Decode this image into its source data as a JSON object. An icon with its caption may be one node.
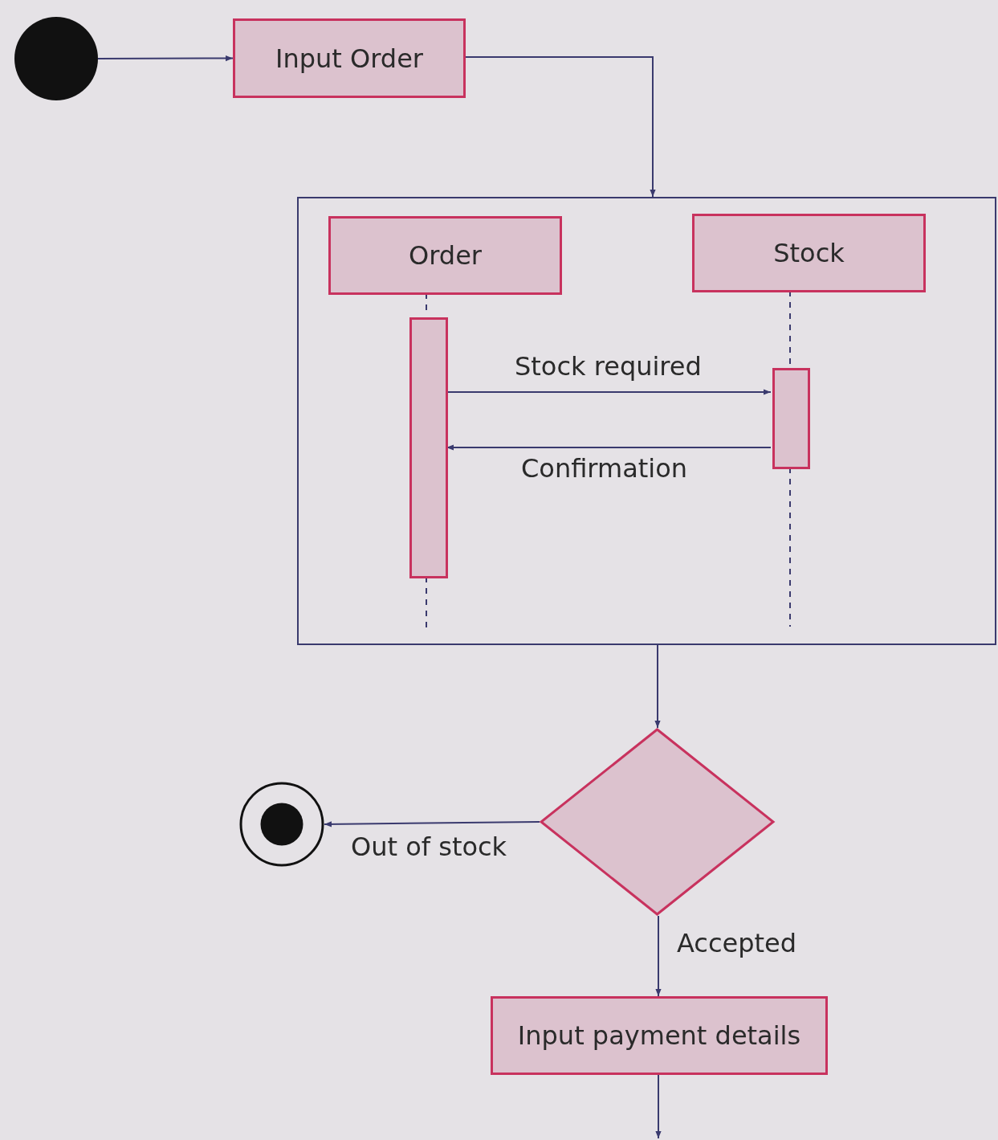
{
  "diagram": {
    "nodes": [
      {
        "text": [],
        "shape": "circle"
      },
      {
        "text": [
          "Input Order"
        ]
      },
      {
        "text": [],
        "shape": "box"
      },
      {
        "text": [
          "Order"
        ],
        "in": 2
      },
      {
        "text": [
          "Stock"
        ],
        "in": 2
      },
      {
        "text": [],
        "shape": "bar",
        "in": 2
      },
      {
        "text": [],
        "shape": "bar",
        "in": 2
      },
      {
        "text": [],
        "shape": "diamond"
      },
      {
        "text": [],
        "shape": "circle"
      },
      {
        "text": [
          "Input payment details"
        ]
      }
    ],
    "edges": [
      {
        "from": 0,
        "to": 1,
        "arrow": "to"
      },
      {
        "from": 1,
        "to": 2,
        "arrow": "to"
      },
      {
        "from": 3,
        "to": 5,
        "arrow": "none",
        "style": "dashed"
      },
      {
        "from": 4,
        "to": 6,
        "arrow": "none",
        "style": "dashed"
      },
      {
        "from": 5,
        "to": 6,
        "arrow": "to",
        "label": "Stock required"
      },
      {
        "from": 6,
        "to": 5,
        "arrow": "to",
        "label": "Confirmation"
      },
      {
        "from": 5,
        "to": null,
        "arrow": "none",
        "style": "dashed"
      },
      {
        "from": 6,
        "to": null,
        "arrow": "none",
        "style": "dashed"
      },
      {
        "from": 2,
        "to": 7,
        "arrow": "to"
      },
      {
        "from": 7,
        "to": 8,
        "arrow": "to",
        "label": "Out of stock"
      },
      {
        "from": 7,
        "to": 9,
        "arrow": "to",
        "label": "Accepted"
      },
      {
        "from": 9,
        "to": null,
        "arrow": "to"
      }
    ]
  }
}
